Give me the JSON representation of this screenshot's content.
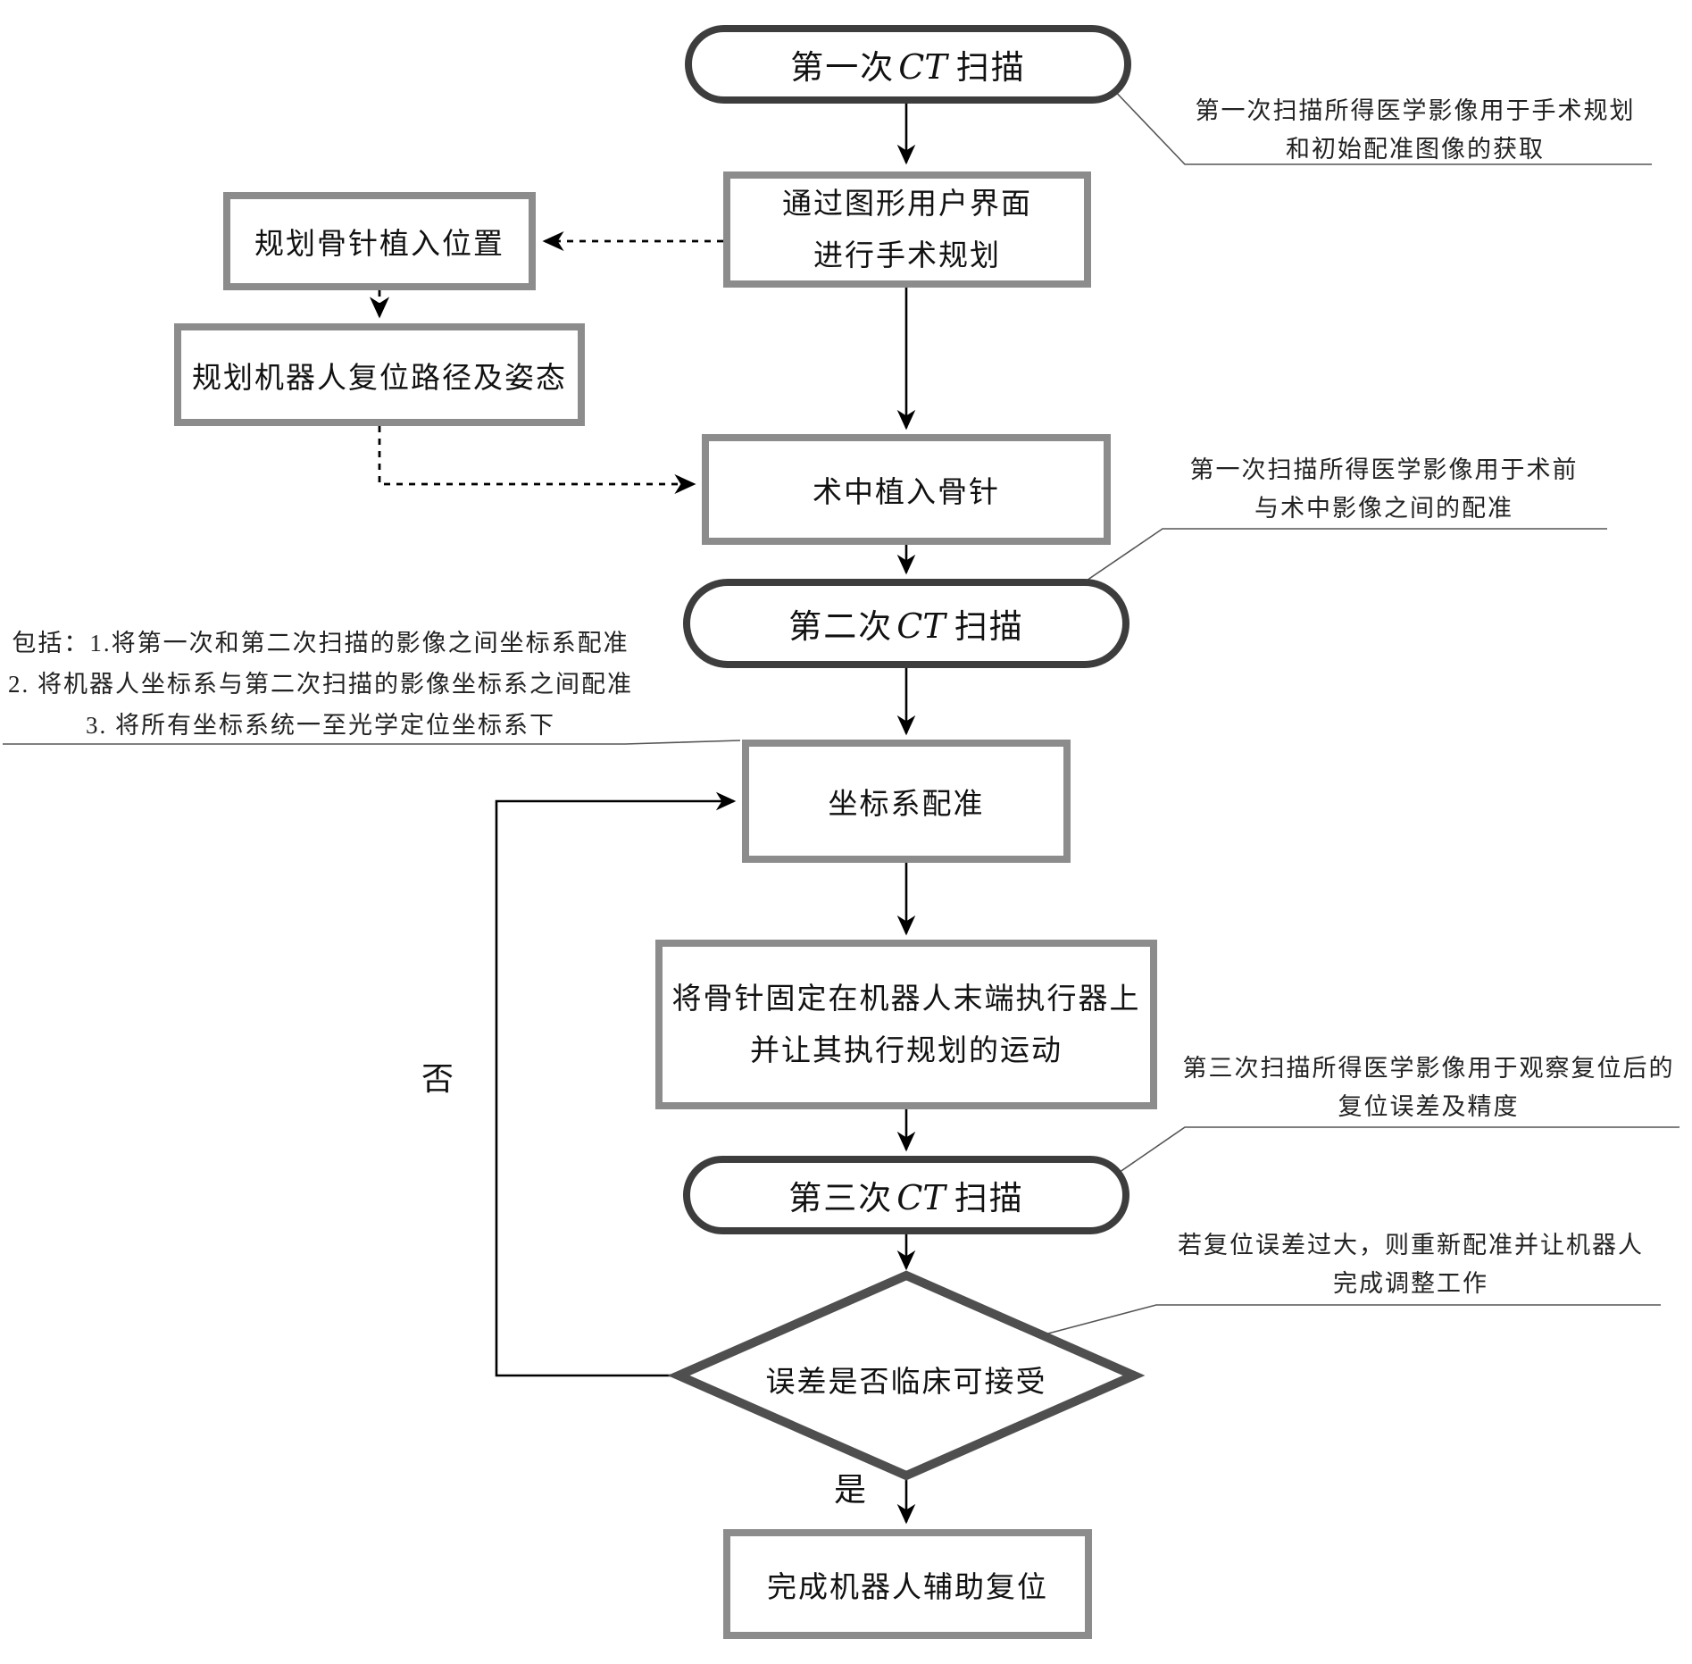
{
  "figure": {
    "type": "flowchart",
    "language": "zh-CN",
    "description": "Robot-assisted fracture reduction CT-scan workflow flowchart"
  },
  "nodes": {
    "scan1": {
      "prefix": "第一次",
      "ct": "CT",
      "suffix": "扫描"
    },
    "gui": {
      "line1": "通过图形用户界面",
      "line2": "进行手术规划"
    },
    "plan_pin": {
      "label": "规划骨针植入位置"
    },
    "plan_path": {
      "label": "规划机器人复位路径及姿态"
    },
    "implant": {
      "label": "术中植入骨针"
    },
    "scan2": {
      "prefix": "第二次",
      "ct": "CT",
      "suffix": "扫描"
    },
    "registration": {
      "label": "坐标系配准"
    },
    "execute": {
      "line1": "将骨针固定在机器人末端执行器上",
      "line2": "并让其执行规划的运动"
    },
    "scan3": {
      "prefix": "第三次",
      "ct": "CT",
      "suffix": "扫描"
    },
    "decision": {
      "label": "误差是否临床可接受"
    },
    "finish": {
      "label": "完成机器人辅助复位"
    }
  },
  "edge_labels": {
    "no": "否",
    "yes": "是"
  },
  "annotations": {
    "scan1_note": {
      "line1": "第一次扫描所得医学影像用于手术规划",
      "line2": "和初始配准图像的获取"
    },
    "scan2_note": {
      "line1": "第一次扫描所得医学影像用于术前",
      "line2": "与术中影像之间的配准"
    },
    "registration_note": {
      "line1": "包括：1.将第一次和第二次扫描的影像之间坐标系配准",
      "line2": "2. 将机器人坐标系与第二次扫描的影像坐标系之间配准",
      "line3": "3. 将所有坐标系统一至光学定位坐标系下"
    },
    "scan3_note": {
      "line1": "第三次扫描所得医学影像用于观察复位后的",
      "line2": "复位误差及精度"
    },
    "decision_note": {
      "line1": "若复位误差过大，则重新配准并让机器人",
      "line2": "完成调整工作"
    }
  },
  "colors": {
    "stadium_border": "#3d3d3d",
    "box_border": "#8c8c8c",
    "diamond_border": "#4f4f4f",
    "arrow": "#000000",
    "leader_line": "#555555",
    "node_text": "#111111",
    "annotation_text": "#222222",
    "background": "#ffffff"
  }
}
